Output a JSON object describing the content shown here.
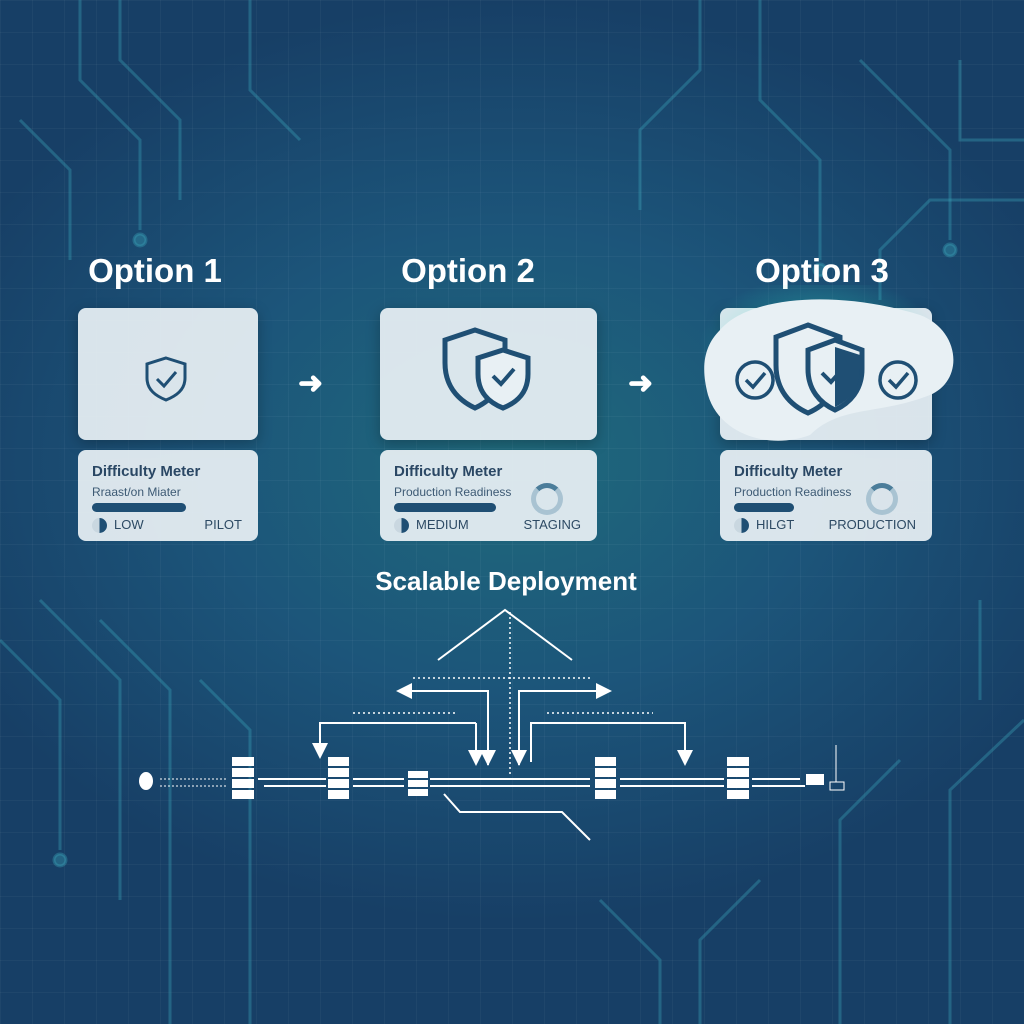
{
  "options": [
    {
      "title": "Option 1",
      "meter_title": "Difficulty Meter",
      "meter_subtitle": "Rraast/on Miater",
      "level": "LOW",
      "stage": "PILOT",
      "progress": 0.55
    },
    {
      "title": "Option 2",
      "meter_title": "Difficulty Meter",
      "meter_subtitle": "Production Readiness",
      "level": "MEDIUM",
      "stage": "STAGING",
      "progress": 0.6
    },
    {
      "title": "Option 3",
      "meter_title": "Difficulty Meter",
      "meter_subtitle": "Production Readiness",
      "level": "HILGT",
      "stage": "PRODUCTION",
      "progress": 0.35
    }
  ],
  "diagram_title": "Scalable Deployment",
  "colors": {
    "icon": "#1f4f74",
    "card": "#e8f0f4",
    "accent": "#2ee6c8"
  }
}
